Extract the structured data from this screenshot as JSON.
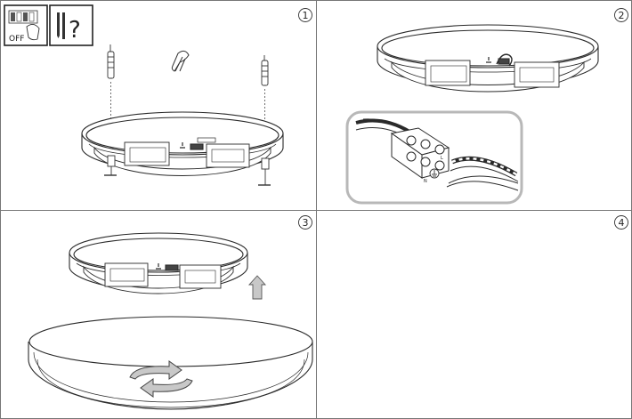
{
  "steps": [
    {
      "number": "1"
    },
    {
      "number": "2"
    },
    {
      "number": "3"
    },
    {
      "number": "4"
    }
  ],
  "icons": {
    "switch_label": "OFF",
    "tools_label": "?"
  },
  "connector": {
    "live_label": "L",
    "neutral_label": "N"
  },
  "colors": {
    "line": "#2a2a2a",
    "grid": "#888888",
    "callout_border": "#b8b8b8",
    "arrow_fill": "#c8c8c8"
  }
}
